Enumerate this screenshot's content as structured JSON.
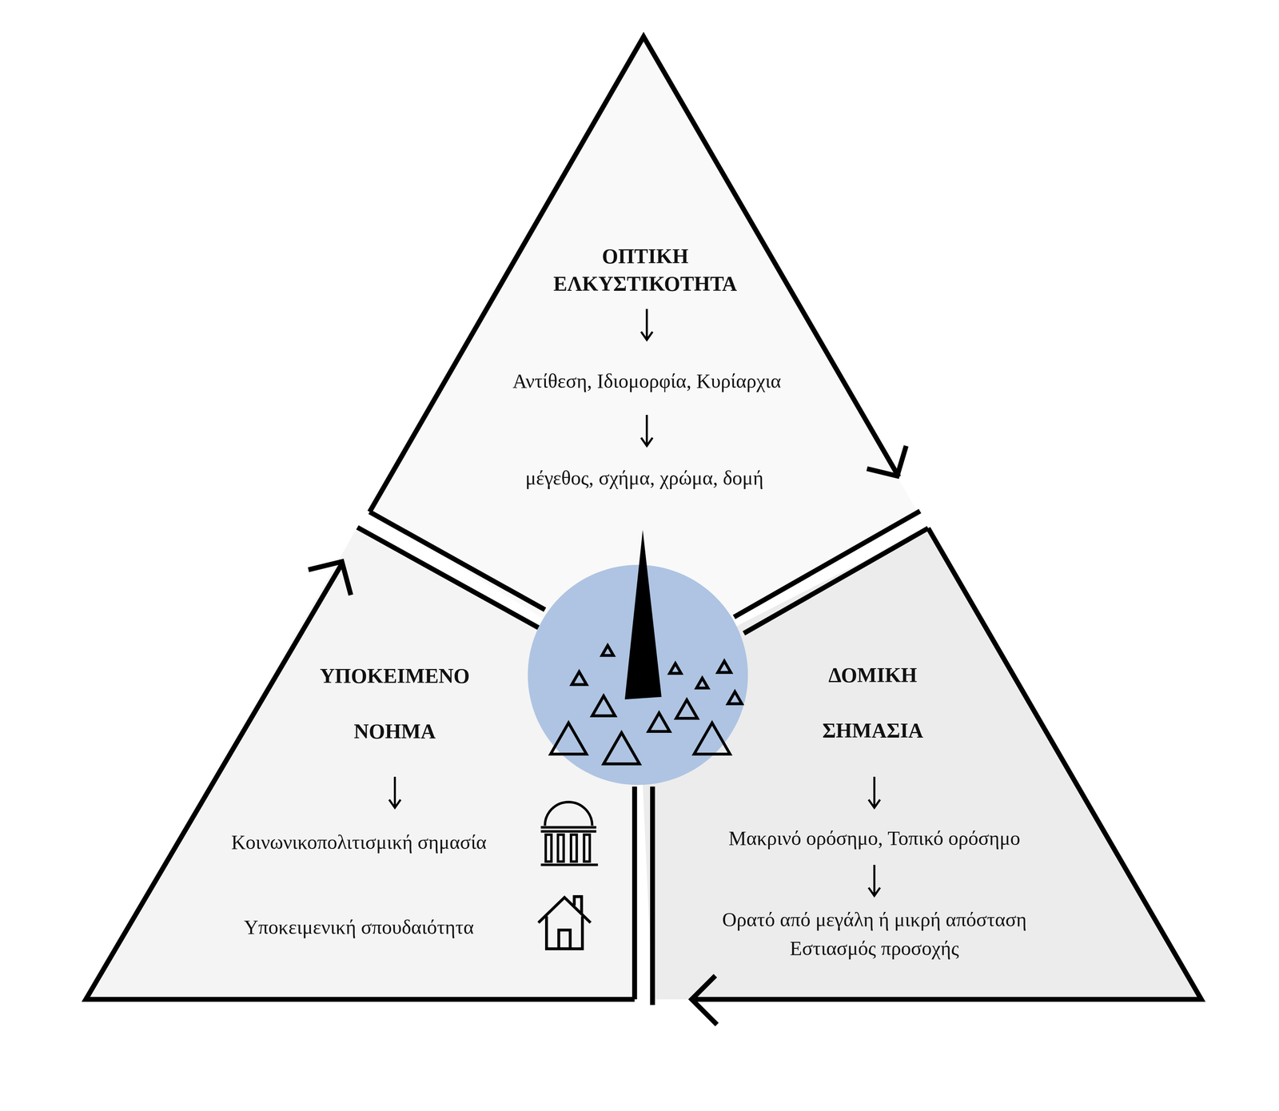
{
  "diagram": {
    "nodes": [
      {
        "text": [
          "ΟΠΤΙΚΗ ΕΛΚΥΣΤΙΚΟΤΗΤΑ",
          "Αντίθεση, Ιδιομορφία, Κυρίαρχια",
          "μέγεθος, σχήμα, χρώμα, δομή"
        ]
      },
      {
        "text": [
          "ΥΠΟΚΕΙΜΕΝΟ ΝΟΗΜΑ",
          "Κοινωνικοπολιτισμική σημασία",
          "Υποκειμενική σπουδαιότητα"
        ]
      },
      {
        "text": [
          "ΔΟΜΙΚΗ ΣΗΜΑΣΙΑ",
          "Μακρινό ορόσημο, Τοπικό ορόσημο",
          "Ορατό από μεγάλη ή μικρή απόσταση Εστιασμός προσοχής"
        ]
      }
    ]
  }
}
